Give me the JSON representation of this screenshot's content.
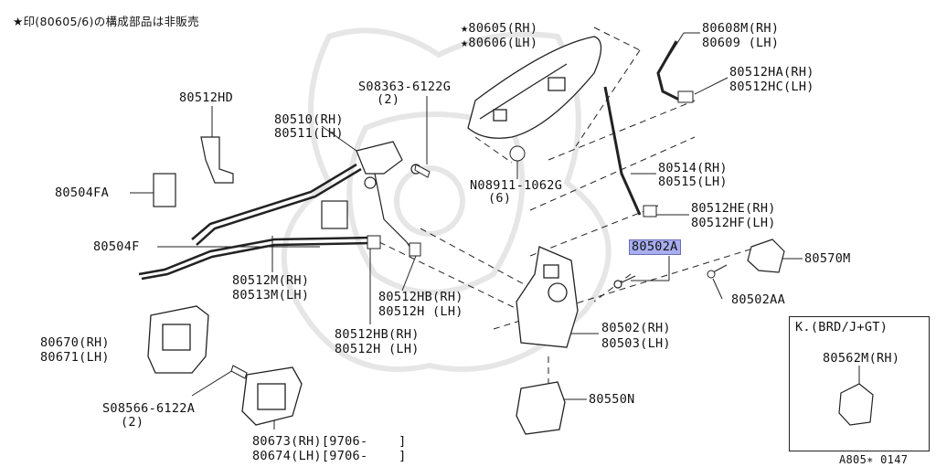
{
  "note": "★印(80605/6)の構成部品は非販売",
  "figure_code": "A805∗ 0147",
  "inset_title": "K.(BRD/J+GT)",
  "labels": {
    "p80605": "★80605(RH)",
    "p80606": "★80606(LH)",
    "p80608m": "80608M(RH)",
    "p80609": "80609 (LH)",
    "p80512ha": "80512HA(RH)",
    "p80512hc": "80512HC(LH)",
    "p08363": "S08363-6122G",
    "p08363_qty": "(2)",
    "p80512hd": "80512HD",
    "p80510": "80510(RH)",
    "p80511": "80511(LH)",
    "p80504fa": "80504FA",
    "p08911": "N08911-1062G",
    "p08911_qty": "(6)",
    "p80514": "80514(RH)",
    "p80515": "80515(LH)",
    "p80512he": "80512HE(RH)",
    "p80512hf": "80512HF(LH)",
    "p80504f": "80504F",
    "p80502a": "80502A",
    "p80570m": "80570M",
    "p80502aa": "80502AA",
    "p80512m": "80512M(RH)",
    "p80513m": "80513M(LH)",
    "p80512hb1": "80512HB(RH)",
    "p80512h1": "80512H (LH)",
    "p80512hb2": "80512HB(RH)",
    "p80512h2": "80512H (LH)",
    "p80502": "80502(RH)",
    "p80503": "80503(LH)",
    "p80670": "80670(RH)",
    "p80671": "80671(LH)",
    "p08566": "S08566-6122A",
    "p08566_qty": "(2)",
    "p80550n": "80550N",
    "p80673": "80673(RH)[9706-    ]",
    "p80674": "80674(LH)[9706-    ]",
    "p80562m": "80562M(RH)"
  },
  "colors": {
    "highlight": "#a9aef0",
    "line": "#222222",
    "watermark": "#e6e6e6"
  }
}
